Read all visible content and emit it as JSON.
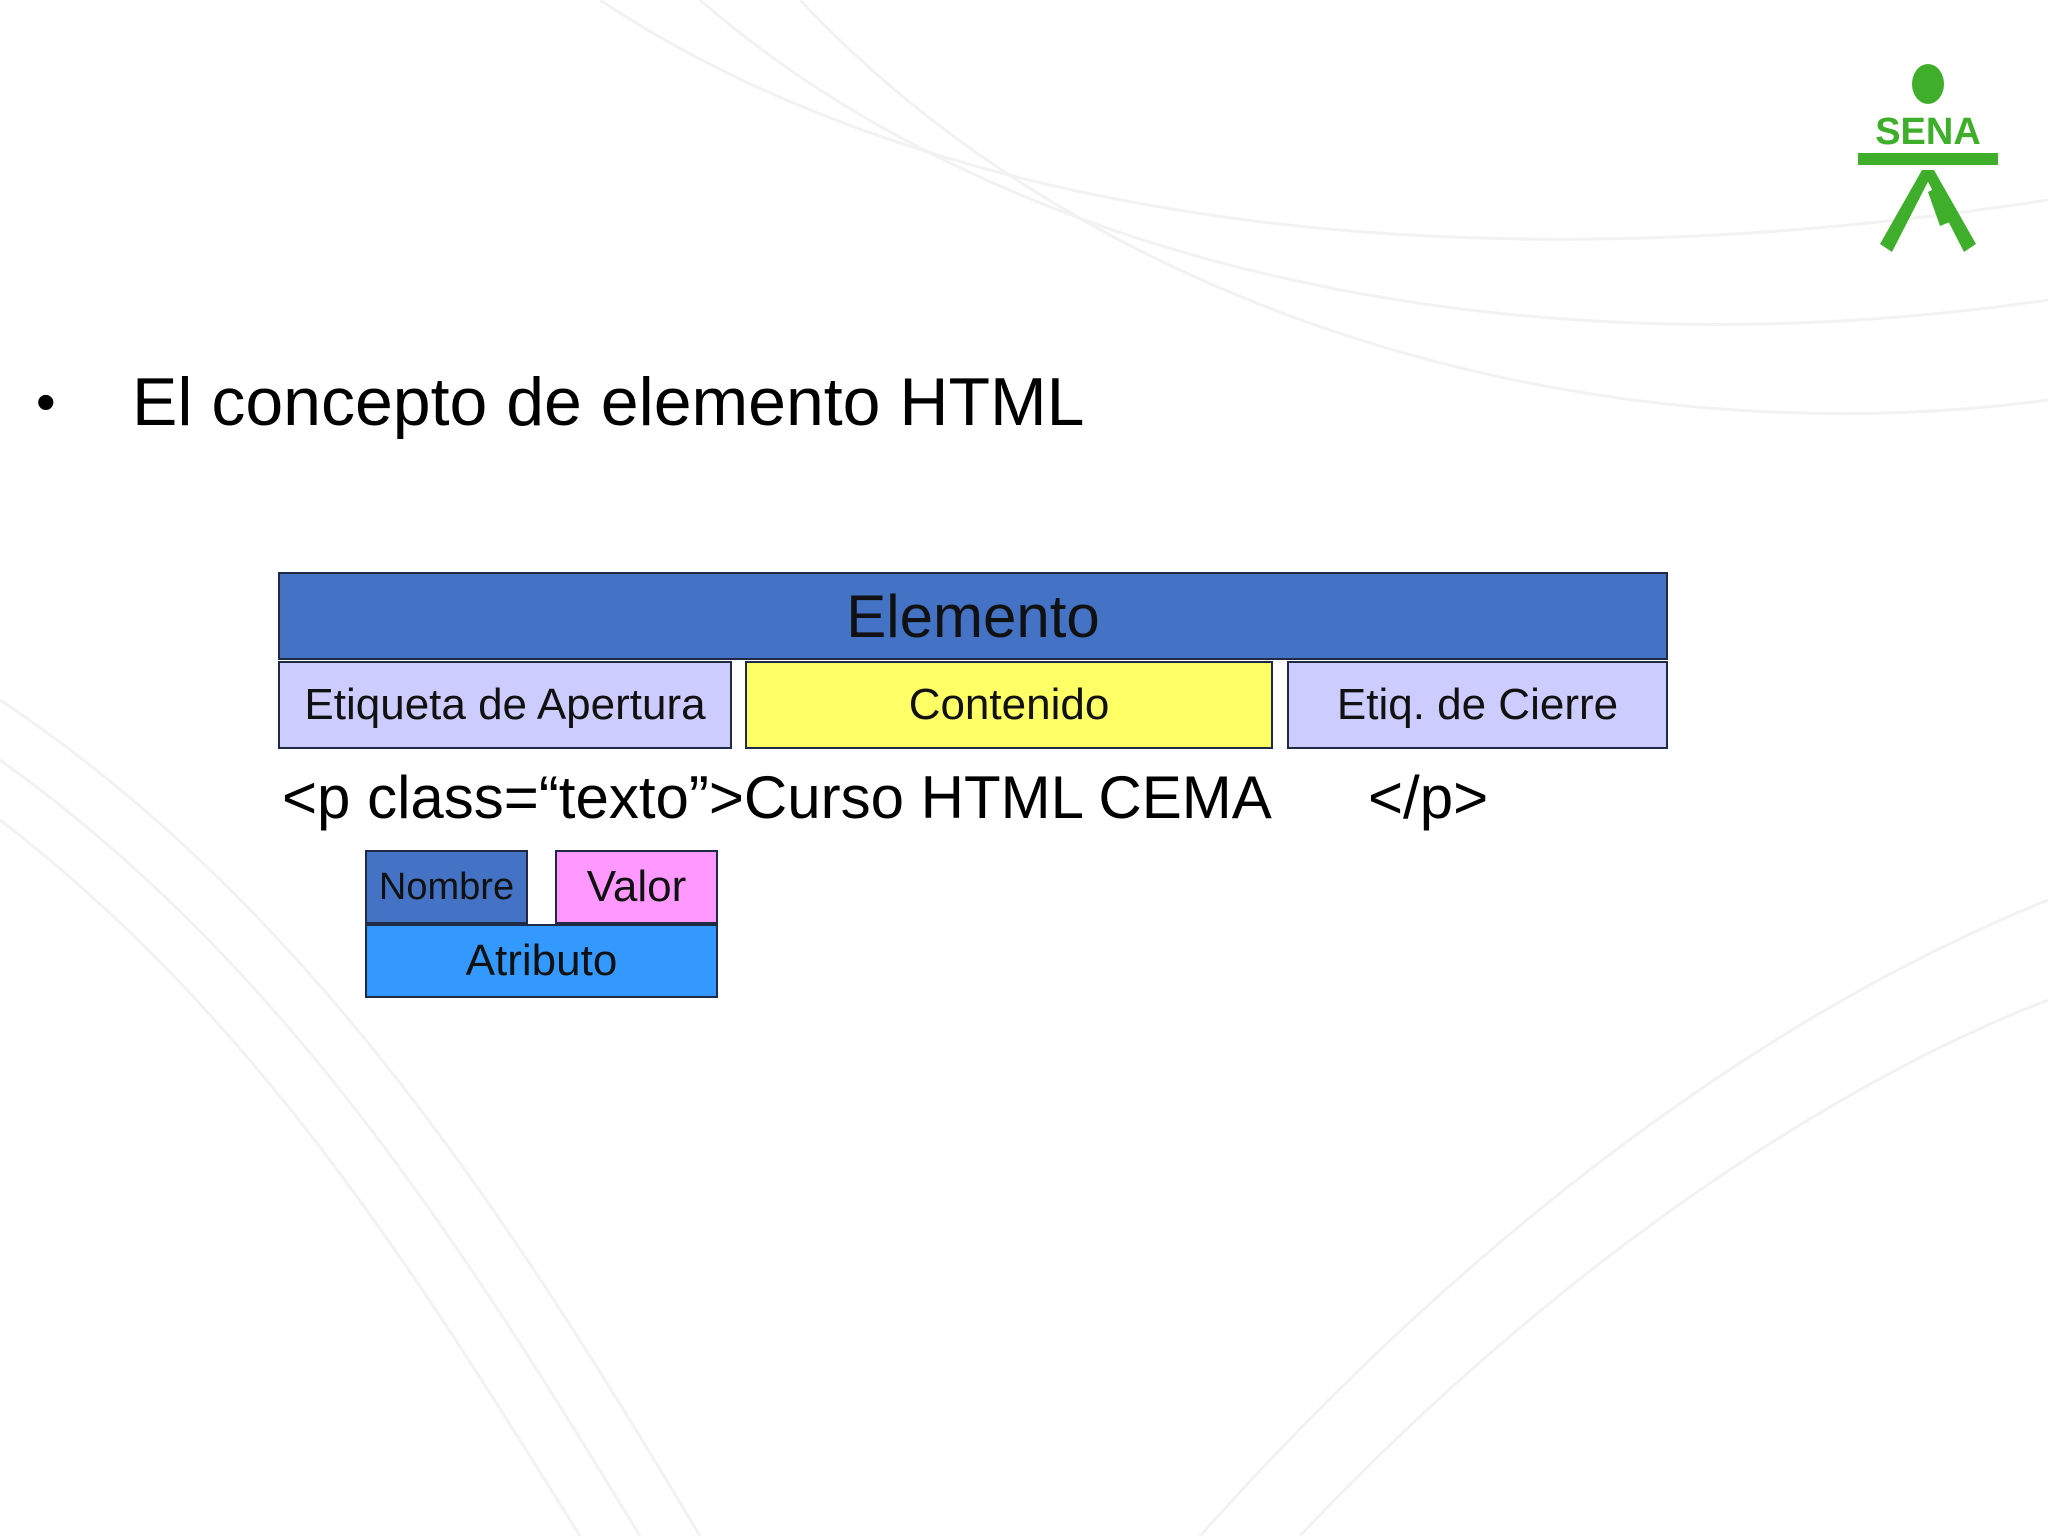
{
  "slide": {
    "bullet": "•",
    "title": "El concepto de elemento HTML"
  },
  "logo": {
    "text": "SENA",
    "color": "#3fae2a"
  },
  "diagram": {
    "elemento": "Elemento",
    "apertura": "Etiqueta de Apertura",
    "contenido": "Contenido",
    "cierre": "Etiq. de Cierre",
    "code_open": "<p class=“texto”>Curso HTML CEMA",
    "code_close": "</p>",
    "nombre": "Nombre",
    "valor": "Valor",
    "atributo": "Atributo"
  },
  "colors": {
    "elemento": "#4472c4",
    "apertura": "#ccccff",
    "contenido": "#ffff66",
    "cierre": "#ccccff",
    "nombre": "#4472c4",
    "valor": "#ff99ff",
    "atributo": "#3399ff"
  }
}
